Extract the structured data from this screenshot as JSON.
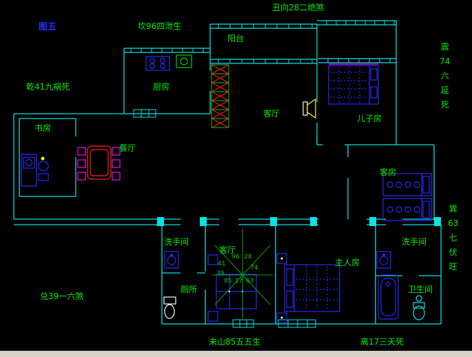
{
  "figure": {
    "label": "图五"
  },
  "directions": {
    "top": "丑向28二绝煞",
    "north": "坎96四泄生",
    "northwest": "乾41九祸死",
    "west": "兑39一六煞",
    "south_left": "未山85五五生",
    "south_right": "离17三天死",
    "east": [
      "震",
      "74",
      "六",
      "延",
      "死"
    ],
    "southeast": [
      "巽",
      "63",
      "七",
      "伏",
      "旺"
    ]
  },
  "rooms": {
    "balcony": "阳台",
    "kitchen": "厨房",
    "living_room": "客厅",
    "sons_room": "儿子房",
    "study": "书房",
    "dining_room": "餐厅",
    "guest_room": "客房",
    "washroom_left": "洗手间",
    "living_room_lower": "客厅",
    "washroom_right": "洗手间",
    "master_room": "主人房",
    "toilet": "厕所",
    "bathroom": "卫生间"
  },
  "compass": {
    "nw": "41",
    "n": "96",
    "ne": "28",
    "e": "74",
    "w": "39",
    "sw": "85",
    "s": "17",
    "se": "63"
  },
  "colors": {
    "background": "#000000",
    "wall": "#00e5e5",
    "text": "#00ee00",
    "furniture_blue": "#2a2aff",
    "accent_magenta": "#ff00ff",
    "accent_red": "#ff2020",
    "accent_green": "#00d000",
    "figure_blue": "#2a2aff"
  }
}
